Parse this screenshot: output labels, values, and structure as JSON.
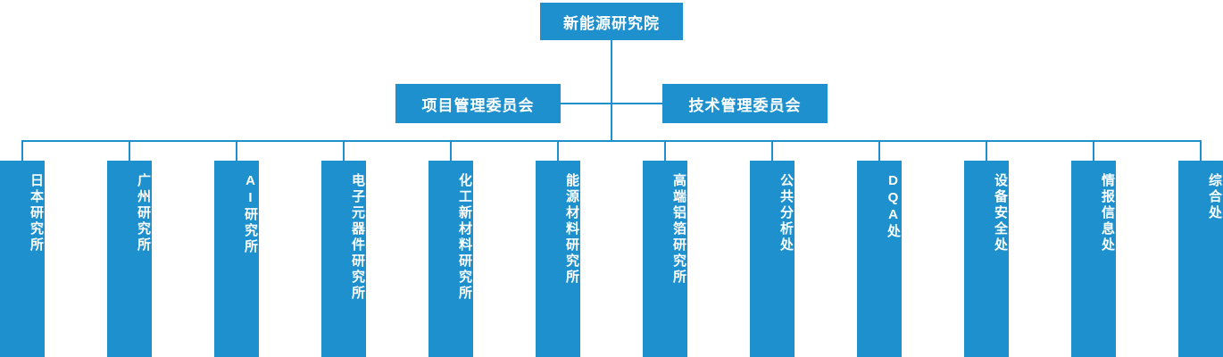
{
  "chart": {
    "title_node": "新能源研究院",
    "accent_color": "#1d90cd",
    "text_color": "#ffffff",
    "background_color": "#ffffff",
    "committees": [
      {
        "label": "项目管理委员会"
      },
      {
        "label": "技术管理委员会"
      }
    ],
    "units": [
      {
        "label": "日本研究所"
      },
      {
        "label": "广州研究所"
      },
      {
        "label": "AI研究所"
      },
      {
        "label": "电子元器件研究所"
      },
      {
        "label": "化工新材料研究所"
      },
      {
        "label": "能源材料研究所"
      },
      {
        "label": "高端铝箔研究所"
      },
      {
        "label": "公共分析处"
      },
      {
        "label": "DQA处"
      },
      {
        "label": "设备安全处"
      },
      {
        "label": "情报信息处"
      },
      {
        "label": "综合处"
      }
    ]
  }
}
